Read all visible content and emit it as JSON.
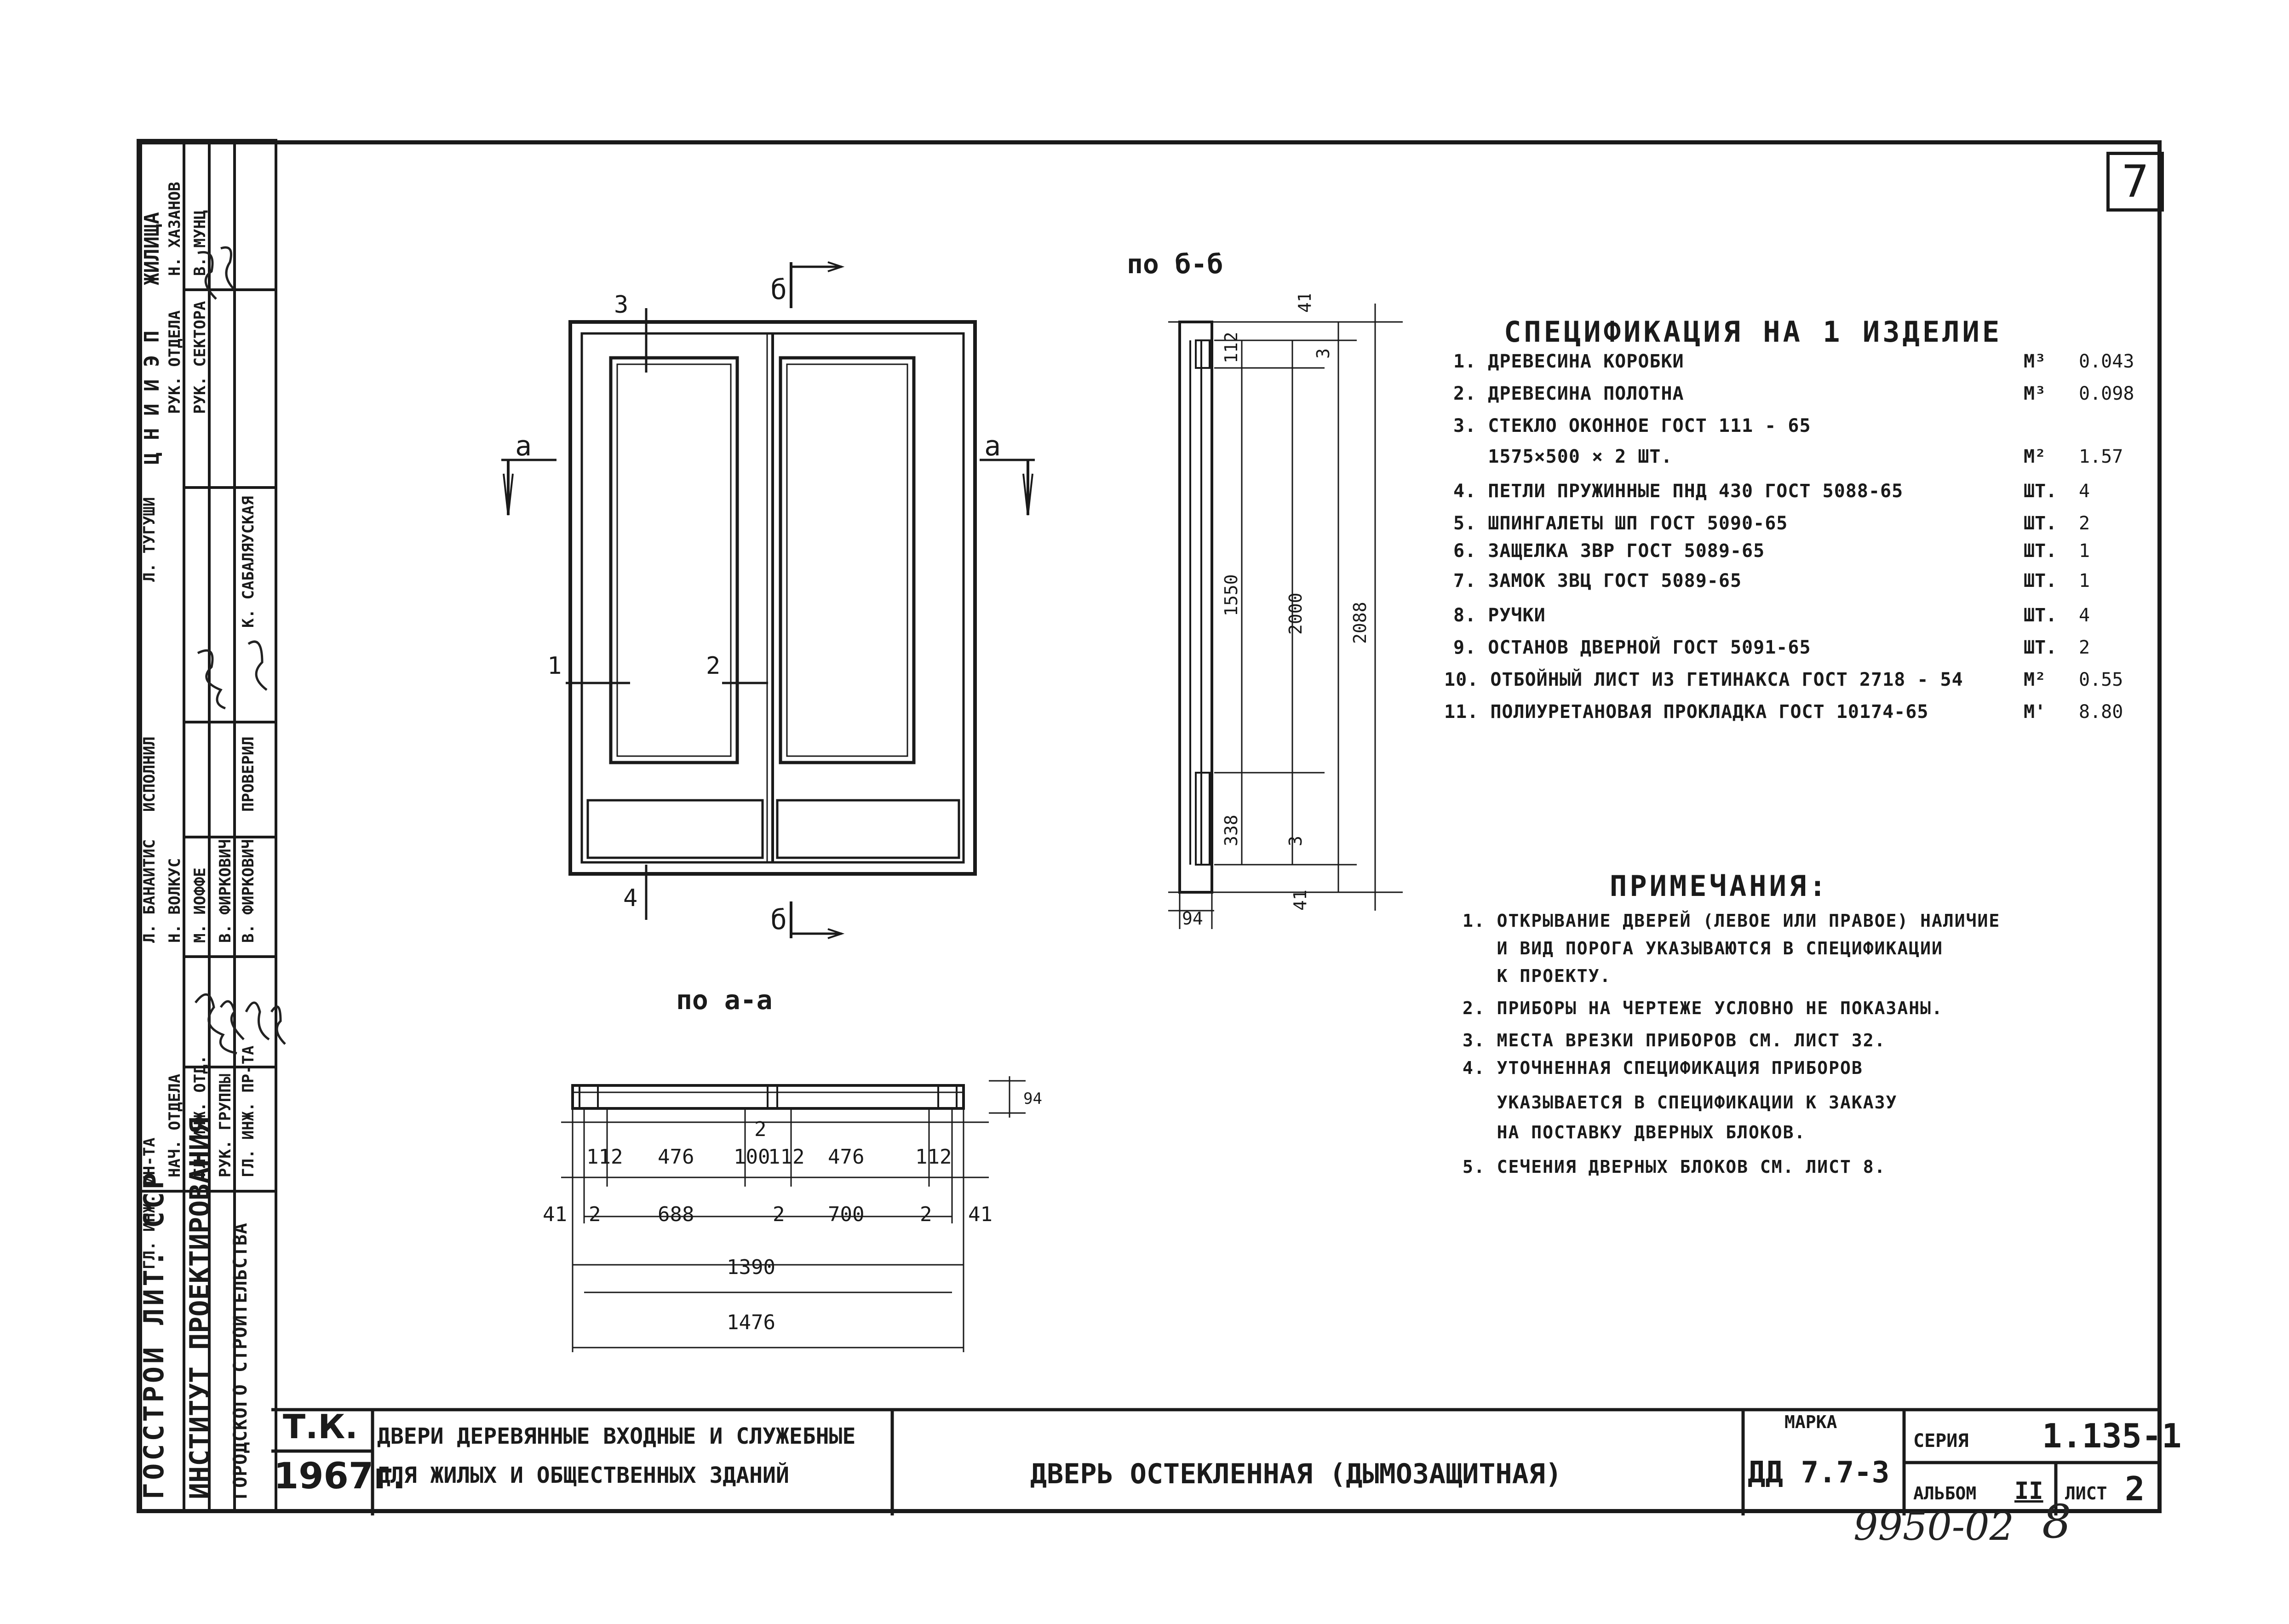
{
  "sheet_number": "7",
  "elevation": {
    "callouts": [
      "3",
      "1",
      "2",
      "4"
    ],
    "section_marks": {
      "a_left": "а",
      "a_right": "а",
      "b_top": "б",
      "b_bottom": "б"
    }
  },
  "section_b": {
    "title": "по б-б",
    "dims": {
      "top_frame": "41",
      "top_rail": "112",
      "top_gap": "3",
      "glass": "1550",
      "leaf": "2000",
      "overall": "2088",
      "bottom_rail": "338",
      "bottom_gap": "3",
      "bottom_frame": "41",
      "depth": "94"
    }
  },
  "section_a": {
    "title": "по а-а",
    "dims": {
      "r1": [
        "112",
        "476",
        "100",
        "112",
        "476",
        "112"
      ],
      "r2": [
        "41",
        "2",
        "688",
        "2",
        "700",
        "2",
        "41"
      ],
      "r3": "1390",
      "r4": "1476",
      "depth": "94",
      "mid": "2"
    }
  },
  "spec": {
    "title": "СПЕЦИФИКАЦИЯ НА 1 ИЗДЕЛИЕ",
    "rows": [
      {
        "name": "1. ДРЕВЕСИНА  КОРОБКИ",
        "unit": "М³",
        "qty": "0.043"
      },
      {
        "name": "2. ДРЕВЕСИНА  ПОЛОТНА",
        "unit": "М³",
        "qty": "0.098"
      },
      {
        "name": "3. СТЕКЛО ОКОННОЕ  ГОСТ 111 - 65",
        "unit": "",
        "qty": ""
      },
      {
        "name": "   1575×500 × 2 ШТ.",
        "unit": "М²",
        "qty": "1.57"
      },
      {
        "name": "4. ПЕТЛИ ПРУЖИННЫЕ ПНД 430 ГОСТ 5088-65",
        "unit": "ШТ.",
        "qty": "4"
      },
      {
        "name": "5. ШПИНГАЛЕТЫ ШП ГОСТ 5090-65",
        "unit": "ШТ.",
        "qty": "2"
      },
      {
        "name": "6. ЗАЩЕЛКА  ЗВР  ГОСТ  5089-65",
        "unit": "ШТ.",
        "qty": "1"
      },
      {
        "name": "7. ЗАМОК ЗВЦ ГОСТ 5089-65",
        "unit": "ШТ.",
        "qty": "1"
      },
      {
        "name": "8. РУЧКИ",
        "unit": "ШТ.",
        "qty": "4"
      },
      {
        "name": "9. ОСТАНОВ ДВЕРНОЙ  ГОСТ 5091-65",
        "unit": "ШТ.",
        "qty": "2"
      },
      {
        "name": "10. ОТБОЙНЫЙ ЛИСТ ИЗ ГЕТИНАКСА ГОСТ 2718 - 54",
        "unit": "М²",
        "qty": "0.55"
      },
      {
        "name": "11. ПОЛИУРЕТАНОВАЯ ПРОКЛАДКА ГОСТ 10174-65",
        "unit": "М'",
        "qty": "8.80"
      }
    ]
  },
  "notes": {
    "title": "ПРИМЕЧАНИЯ:",
    "lines": [
      "1. ОТКРЫВАНИЕ ДВЕРЕЙ (ЛЕВОЕ ИЛИ ПРАВОЕ) НАЛИЧИЕ",
      "   И ВИД ПОРОГА УКАЗЫВАЮТСЯ В СПЕЦИФИКАЦИИ",
      "   К ПРОЕКТУ.",
      "2. ПРИБОРЫ НА ЧЕРТЕЖЕ УСЛОВНО НЕ ПОКАЗАНЫ.",
      "3. МЕСТА ВРЕЗКИ ПРИБОРОВ СМ. ЛИСТ 32.",
      "4. УТОЧНЕННАЯ СПЕЦИФИКАЦИЯ ПРИБОРОВ",
      "   УКАЗЫВАЕТСЯ В СПЕЦИФИКАЦИИ К ЗАКАЗУ",
      "   НА ПОСТАВКУ ДВЕРНЫХ БЛОКОВ.",
      "5. СЕЧЕНИЯ ДВЕРНЫХ БЛОКОВ СМ. ЛИСТ 8."
    ]
  },
  "title_block": {
    "tk": "Т.К.",
    "year": "1967г.",
    "desc_1": "ДВЕРИ ДЕРЕВЯННЫЕ ВХОДНЫЕ И СЛУЖЕБНЫЕ",
    "desc_2": "ДЛЯ ЖИЛЫХ И ОБЩЕСТВЕННЫХ ЗДАНИЙ",
    "name": "ДВЕРЬ ОСТЕКЛЕННАЯ (ДЫМОЗАЩИТНАЯ)",
    "marka_label": "МАРКА",
    "marka": "ДД 7.7-3",
    "seria_label": "СЕРИЯ",
    "seria": "1.135-1",
    "album_label": "АЛЬБОМ",
    "album": "II",
    "list_label": "ЛИСТ",
    "list": "2",
    "archive_no": "9950-02",
    "archive_suffix": "8"
  },
  "side_stamp": {
    "org_1": "ГОССТРОЙ ЛИТ. ССР",
    "org_2": "ИНСТИТУТ ПРОЕКТИРОВАНИЯ",
    "org_3": "ГОРОДСКОГО СТРОИТЕЛЬСТВА",
    "col_a": [
      "ГЛ. ИНЖ. ИН-ТА",
      "НАЧ. ОТДЕЛА",
      "ГЛ. ИНЖ. ОТД.",
      "РУК. ГРУППЫ",
      "ГЛ. ИНЖ. ПР-ТА"
    ],
    "col_b": [
      "Л. БАНАЙТИС",
      "Н. ВОЛКУС",
      "М. ИОФФЕ",
      "В. ФИРКОВИЧ",
      "В. ФИРКОВИЧ"
    ],
    "role_exec": "ИСПОЛНИЛ",
    "role_check": "ПРОВЕРИЛ",
    "exec_name": "Л. ТУГУШИ",
    "check_name": "К. САБАЛЯУСКАЯ",
    "cniiep_title": "Ц Н И И Э П",
    "cniiep_org": "ЖИЛИЩА",
    "cniiep_roles": [
      "РУК. ОТДЕЛА",
      "РУК. СЕКТОРА"
    ],
    "cniiep_names": [
      "Н. ХАЗАНОВ",
      "В. МУНЦ"
    ]
  }
}
